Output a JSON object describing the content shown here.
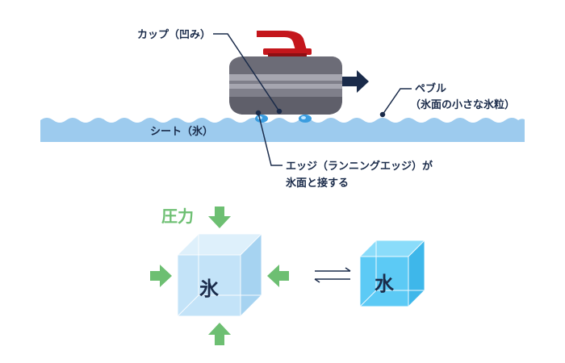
{
  "labels": {
    "cup": "カップ（凹み）",
    "pebble_line1": "ペブル",
    "pebble_line2": "（氷面の小さな氷粒）",
    "sheet": "シート（氷）",
    "edge_line1": "エッジ（ランニングエッジ）が",
    "edge_line2": "氷面と接する",
    "pressure": "圧力",
    "ice": "氷",
    "water": "水"
  },
  "colors": {
    "navy": "#1a2b4a",
    "ice_sheet": "#9dcbee",
    "stone_gray": "#7f7f8a",
    "handle_red": "#c4161c",
    "pressure_green": "#6dbf72",
    "ice_cube": "#bfe1f8",
    "water_cube": "#56c6f3"
  }
}
